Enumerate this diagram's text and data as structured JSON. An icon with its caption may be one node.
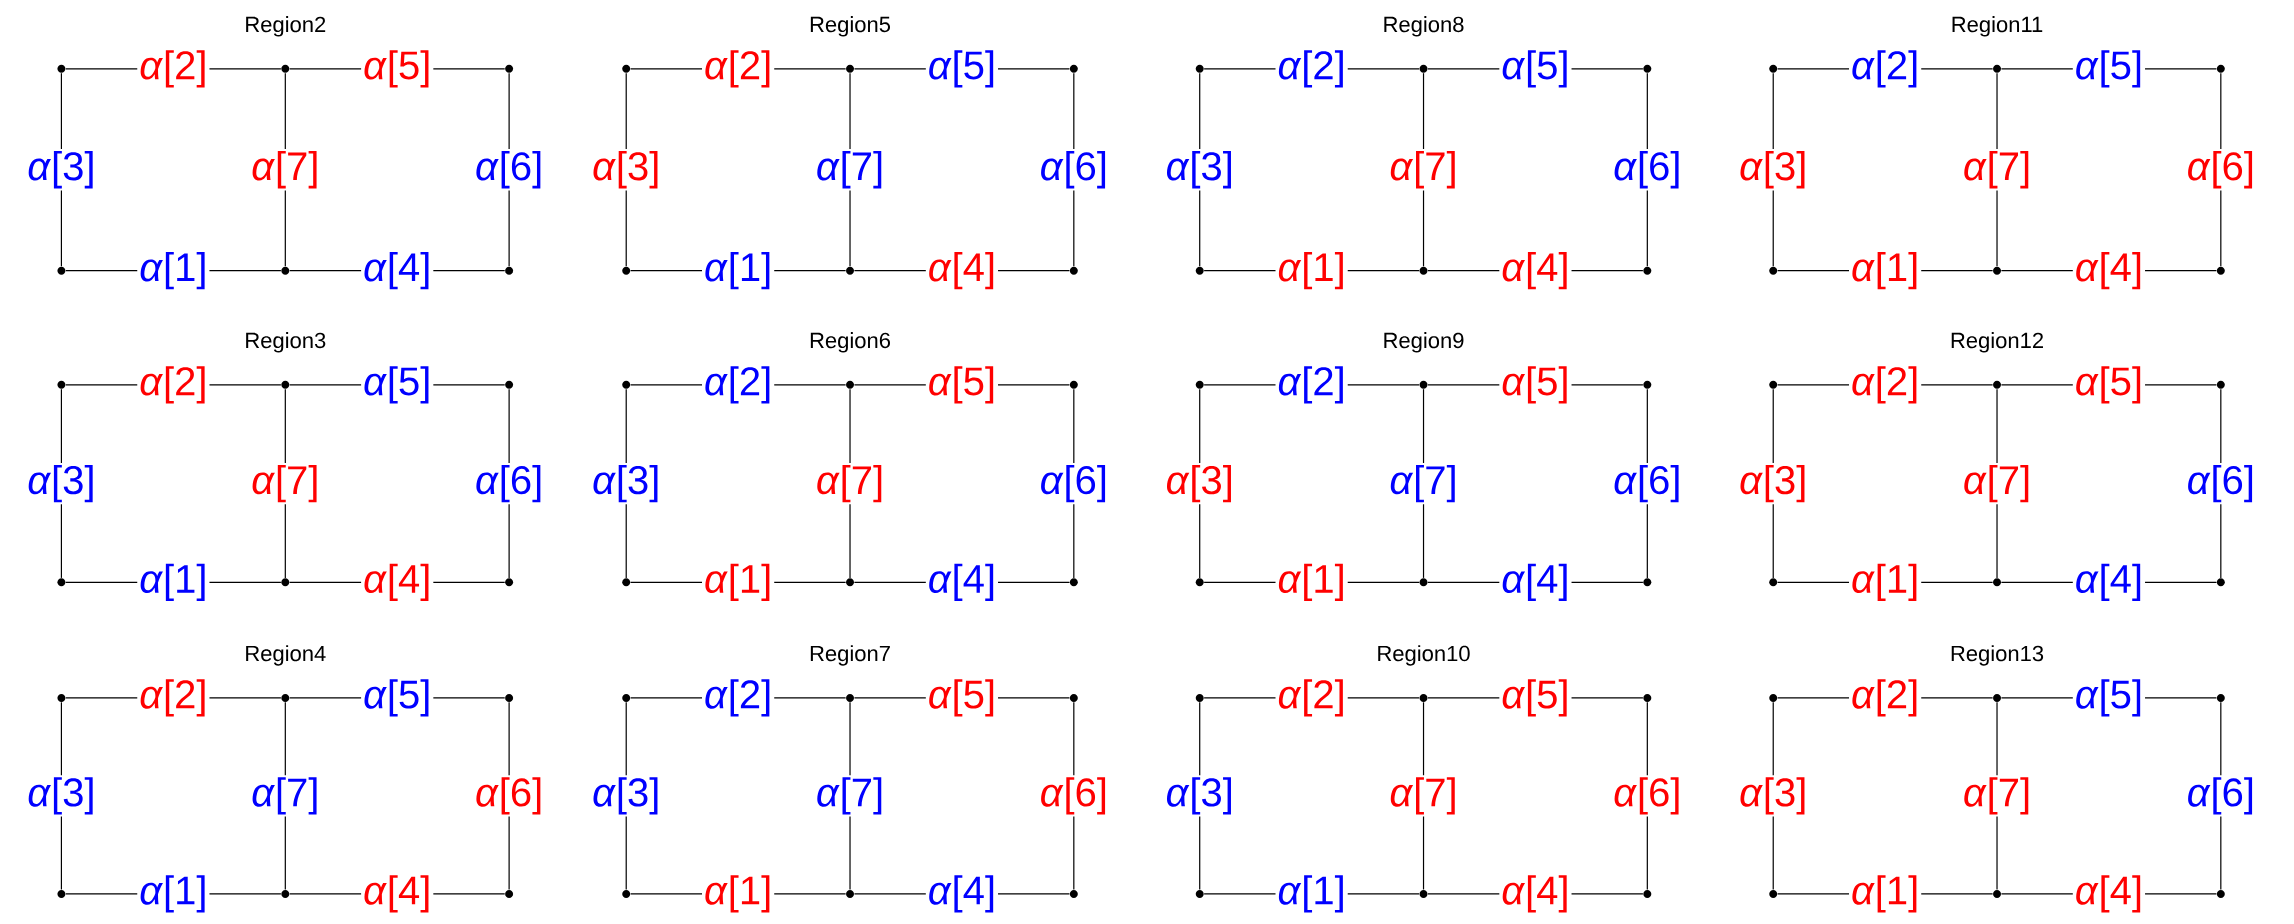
{
  "diagram": {
    "nodes": [
      {
        "text": [],
        "shape": "circle"
      },
      {
        "text": [],
        "shape": "circle"
      },
      {
        "text": [],
        "shape": "circle"
      },
      {
        "text": [],
        "shape": "circle"
      },
      {
        "text": [],
        "shape": "circle"
      },
      {
        "text": [],
        "shape": "circle"
      },
      {
        "text": [],
        "shape": "circle"
      },
      {
        "text": [],
        "shape": "circle"
      },
      {
        "text": [],
        "shape": "circle"
      },
      {
        "text": [],
        "shape": "circle"
      },
      {
        "text": [],
        "shape": "circle"
      },
      {
        "text": [],
        "shape": "circle"
      },
      {
        "text": [],
        "shape": "circle"
      },
      {
        "text": [],
        "shape": "circle"
      },
      {
        "text": [],
        "shape": "circle"
      },
      {
        "text": [],
        "shape": "circle"
      },
      {
        "text": [],
        "shape": "circle"
      },
      {
        "text": [],
        "shape": "circle"
      },
      {
        "text": [],
        "shape": "circle"
      },
      {
        "text": [],
        "shape": "circle"
      },
      {
        "text": [],
        "shape": "circle"
      },
      {
        "text": [],
        "shape": "circle"
      },
      {
        "text": [],
        "shape": "circle"
      },
      {
        "text": [],
        "shape": "circle"
      },
      {
        "text": [],
        "shape": "circle"
      },
      {
        "text": [],
        "shape": "circle"
      },
      {
        "text": [],
        "shape": "circle"
      },
      {
        "text": [],
        "shape": "circle"
      },
      {
        "text": [],
        "shape": "circle"
      },
      {
        "text": [],
        "shape": "circle"
      },
      {
        "text": [],
        "shape": "circle"
      },
      {
        "text": [],
        "shape": "circle"
      },
      {
        "text": [],
        "shape": "circle"
      },
      {
        "text": [],
        "shape": "circle"
      },
      {
        "text": [],
        "shape": "circle"
      },
      {
        "text": [],
        "shape": "circle"
      },
      {
        "text": [],
        "shape": "circle"
      },
      {
        "text": [],
        "shape": "circle"
      },
      {
        "text": [],
        "shape": "circle"
      },
      {
        "text": [],
        "shape": "circle"
      },
      {
        "text": [],
        "shape": "circle"
      },
      {
        "text": [],
        "shape": "circle"
      },
      {
        "text": [],
        "shape": "circle"
      },
      {
        "text": [],
        "shape": "circle"
      },
      {
        "text": [],
        "shape": "circle"
      },
      {
        "text": [],
        "shape": "circle"
      },
      {
        "text": [],
        "shape": "circle"
      },
      {
        "text": [],
        "shape": "circle"
      },
      {
        "text": [],
        "shape": "circle"
      },
      {
        "text": [],
        "shape": "circle"
      },
      {
        "text": [],
        "shape": "circle"
      },
      {
        "text": [],
        "shape": "circle"
      },
      {
        "text": [],
        "shape": "circle"
      },
      {
        "text": [],
        "shape": "circle"
      },
      {
        "text": [],
        "shape": "circle"
      },
      {
        "text": [],
        "shape": "circle"
      },
      {
        "text": [],
        "shape": "circle"
      },
      {
        "text": [],
        "shape": "circle"
      },
      {
        "text": [],
        "shape": "circle"
      },
      {
        "text": [],
        "shape": "circle"
      },
      {
        "text": [],
        "shape": "circle"
      },
      {
        "text": [],
        "shape": "circle"
      },
      {
        "text": [],
        "shape": "circle"
      },
      {
        "text": [],
        "shape": "circle"
      },
      {
        "text": [],
        "shape": "circle"
      },
      {
        "text": [],
        "shape": "circle"
      },
      {
        "text": [],
        "shape": "circle"
      },
      {
        "text": [],
        "shape": "circle"
      },
      {
        "text": [],
        "shape": "circle"
      },
      {
        "text": [],
        "shape": "circle"
      },
      {
        "text": [],
        "shape": "circle"
      },
      {
        "text": [],
        "shape": "circle"
      }
    ],
    "edges": [
      {
        "from": 0,
        "to": 1,
        "arrow": "none",
        "label": "*α*[2]"
      },
      {
        "from": 1,
        "to": 2,
        "arrow": "none",
        "label": "*α*[5]"
      },
      {
        "from": 0,
        "to": 3,
        "arrow": "none",
        "label": "*α*[3]"
      },
      {
        "from": 1,
        "to": 4,
        "arrow": "none",
        "label": "*α*[7]"
      },
      {
        "from": 2,
        "to": 5,
        "arrow": "none",
        "label": "*α*[6]"
      },
      {
        "from": 3,
        "to": 4,
        "arrow": "none",
        "label": "*α*[1]"
      },
      {
        "from": 4,
        "to": 5,
        "arrow": "none",
        "label": "*α*[4]"
      },
      {
        "from": 6,
        "to": 7,
        "arrow": "none",
        "label": "*α*[2]"
      },
      {
        "from": 7,
        "to": 8,
        "arrow": "none",
        "label": "*α*[5]"
      },
      {
        "from": 6,
        "to": 9,
        "arrow": "none",
        "label": "*α*[3]"
      },
      {
        "from": 7,
        "to": 10,
        "arrow": "none",
        "label": "*α*[7]"
      },
      {
        "from": 8,
        "to": 11,
        "arrow": "none",
        "label": "*α*[6]"
      },
      {
        "from": 9,
        "to": 10,
        "arrow": "none",
        "label": "*α*[1]"
      },
      {
        "from": 10,
        "to": 11,
        "arrow": "none",
        "label": "*α*[4]"
      },
      {
        "from": 12,
        "to": 13,
        "arrow": "none",
        "label": "*α*[2]"
      },
      {
        "from": 13,
        "to": 14,
        "arrow": "none",
        "label": "*α*[5]"
      },
      {
        "from": 12,
        "to": 15,
        "arrow": "none",
        "label": "*α*[3]"
      },
      {
        "from": 13,
        "to": 16,
        "arrow": "none",
        "label": "*α*[7]"
      },
      {
        "from": 14,
        "to": 17,
        "arrow": "none",
        "label": "*α*[6]"
      },
      {
        "from": 15,
        "to": 16,
        "arrow": "none",
        "label": "*α*[1]"
      },
      {
        "from": 16,
        "to": 17,
        "arrow": "none",
        "label": "*α*[4]"
      },
      {
        "from": 18,
        "to": 19,
        "arrow": "none",
        "label": "*α*[2]"
      },
      {
        "from": 19,
        "to": 20,
        "arrow": "none",
        "label": "*α*[5]"
      },
      {
        "from": 18,
        "to": 21,
        "arrow": "none",
        "label": "*α*[3]"
      },
      {
        "from": 19,
        "to": 22,
        "arrow": "none",
        "label": "*α*[7]"
      },
      {
        "from": 20,
        "to": 23,
        "arrow": "none",
        "label": "*α*[6]"
      },
      {
        "from": 21,
        "to": 22,
        "arrow": "none",
        "label": "*α*[1]"
      },
      {
        "from": 22,
        "to": 23,
        "arrow": "none",
        "label": "*α*[4]"
      },
      {
        "from": 24,
        "to": 25,
        "arrow": "none",
        "label": "*α*[2]"
      },
      {
        "from": 25,
        "to": 26,
        "arrow": "none",
        "label": "*α*[5]"
      },
      {
        "from": 24,
        "to": 27,
        "arrow": "none",
        "label": "*α*[3]"
      },
      {
        "from": 25,
        "to": 28,
        "arrow": "none",
        "label": "*α*[7]"
      },
      {
        "from": 26,
        "to": 29,
        "arrow": "none",
        "label": "*α*[6]"
      },
      {
        "from": 27,
        "to": 28,
        "arrow": "none",
        "label": "*α*[1]"
      },
      {
        "from": 28,
        "to": 29,
        "arrow": "none",
        "label": "*α*[4]"
      },
      {
        "from": 30,
        "to": 31,
        "arrow": "none",
        "label": "*α*[2]"
      },
      {
        "from": 31,
        "to": 32,
        "arrow": "none",
        "label": "*α*[5]"
      },
      {
        "from": 30,
        "to": 33,
        "arrow": "none",
        "label": "*α*[3]"
      },
      {
        "from": 31,
        "to": 34,
        "arrow": "none",
        "label": "*α*[7]"
      },
      {
        "from": 32,
        "to": 35,
        "arrow": "none",
        "label": "*α*[6]"
      },
      {
        "from": 33,
        "to": 34,
        "arrow": "none",
        "label": "*α*[1]"
      },
      {
        "from": 34,
        "to": 35,
        "arrow": "none",
        "label": "*α*[4]"
      },
      {
        "from": 36,
        "to": 37,
        "arrow": "none",
        "label": "*α*[2]"
      },
      {
        "from": 37,
        "to": 38,
        "arrow": "none",
        "label": "*α*[5]"
      },
      {
        "from": 36,
        "to": 39,
        "arrow": "none",
        "label": "*α*[3]"
      },
      {
        "from": 37,
        "to": 40,
        "arrow": "none",
        "label": "*α*[7]"
      },
      {
        "from": 38,
        "to": 41,
        "arrow": "none",
        "label": "*α*[6]"
      },
      {
        "from": 39,
        "to": 40,
        "arrow": "none",
        "label": "*α*[1]"
      },
      {
        "from": 40,
        "to": 41,
        "arrow": "none",
        "label": "*α*[4]"
      },
      {
        "from": 42,
        "to": 43,
        "arrow": "none",
        "label": "*α*[2]"
      },
      {
        "from": 43,
        "to": 44,
        "arrow": "none",
        "label": "*α*[5]"
      },
      {
        "from": 42,
        "to": 45,
        "arrow": "none",
        "label": "*α*[3]"
      },
      {
        "from": 43,
        "to": 46,
        "arrow": "none",
        "label": "*α*[7]"
      },
      {
        "from": 44,
        "to": 47,
        "arrow": "none",
        "label": "*α*[6]"
      },
      {
        "from": 45,
        "to": 46,
        "arrow": "none",
        "label": "*α*[1]"
      },
      {
        "from": 46,
        "to": 47,
        "arrow": "none",
        "label": "*α*[4]"
      },
      {
        "from": 48,
        "to": 49,
        "arrow": "none",
        "label": "*α*[2]"
      },
      {
        "from": 49,
        "to": 50,
        "arrow": "none",
        "label": "*α*[5]"
      },
      {
        "from": 48,
        "to": 51,
        "arrow": "none",
        "label": "*α*[3]"
      },
      {
        "from": 49,
        "to": 52,
        "arrow": "none",
        "label": "*α*[7]"
      },
      {
        "from": 50,
        "to": 53,
        "arrow": "none",
        "label": "*α*[6]"
      },
      {
        "from": 51,
        "to": 52,
        "arrow": "none",
        "label": "*α*[1]"
      },
      {
        "from": 52,
        "to": 53,
        "arrow": "none",
        "label": "*α*[4]"
      },
      {
        "from": 54,
        "to": 55,
        "arrow": "none",
        "label": "*α*[2]"
      },
      {
        "from": 55,
        "to": 56,
        "arrow": "none",
        "label": "*α*[5]"
      },
      {
        "from": 54,
        "to": 57,
        "arrow": "none",
        "label": "*α*[3]"
      },
      {
        "from": 55,
        "to": 58,
        "arrow": "none",
        "label": "*α*[7]"
      },
      {
        "from": 56,
        "to": 59,
        "arrow": "none",
        "label": "*α*[6]"
      },
      {
        "from": 57,
        "to": 58,
        "arrow": "none",
        "label": "*α*[1]"
      },
      {
        "from": 58,
        "to": 59,
        "arrow": "none",
        "label": "*α*[4]"
      },
      {
        "from": 60,
        "to": 61,
        "arrow": "none",
        "label": "*α*[2]"
      },
      {
        "from": 61,
        "to": 62,
        "arrow": "none",
        "label": "*α*[5]"
      },
      {
        "from": 60,
        "to": 63,
        "arrow": "none",
        "label": "*α*[3]"
      },
      {
        "from": 61,
        "to": 64,
        "arrow": "none",
        "label": "*α*[7]"
      },
      {
        "from": 62,
        "to": 65,
        "arrow": "none",
        "label": "*α*[6]"
      },
      {
        "from": 63,
        "to": 64,
        "arrow": "none",
        "label": "*α*[1]"
      },
      {
        "from": 64,
        "to": 65,
        "arrow": "none",
        "label": "*α*[4]"
      },
      {
        "from": 66,
        "to": 67,
        "arrow": "none",
        "label": "*α*[2]"
      },
      {
        "from": 67,
        "to": 68,
        "arrow": "none",
        "label": "*α*[5]"
      },
      {
        "from": 66,
        "to": 69,
        "arrow": "none",
        "label": "*α*[3]"
      },
      {
        "from": 67,
        "to": 70,
        "arrow": "none",
        "label": "*α*[7]"
      },
      {
        "from": 68,
        "to": 71,
        "arrow": "none",
        "label": "*α*[6]"
      },
      {
        "from": 69,
        "to": 70,
        "arrow": "none",
        "label": "*α*[1]"
      },
      {
        "from": 70,
        "to": 71,
        "arrow": "none",
        "label": "*α*[4]"
      }
    ],
    "labels": [
      "Region2",
      "Region5",
      "Region8",
      "Region11",
      "Region3",
      "Region6",
      "Region9",
      "Region12",
      "Region4",
      "Region7",
      "Region10",
      "Region13"
    ]
  }
}
